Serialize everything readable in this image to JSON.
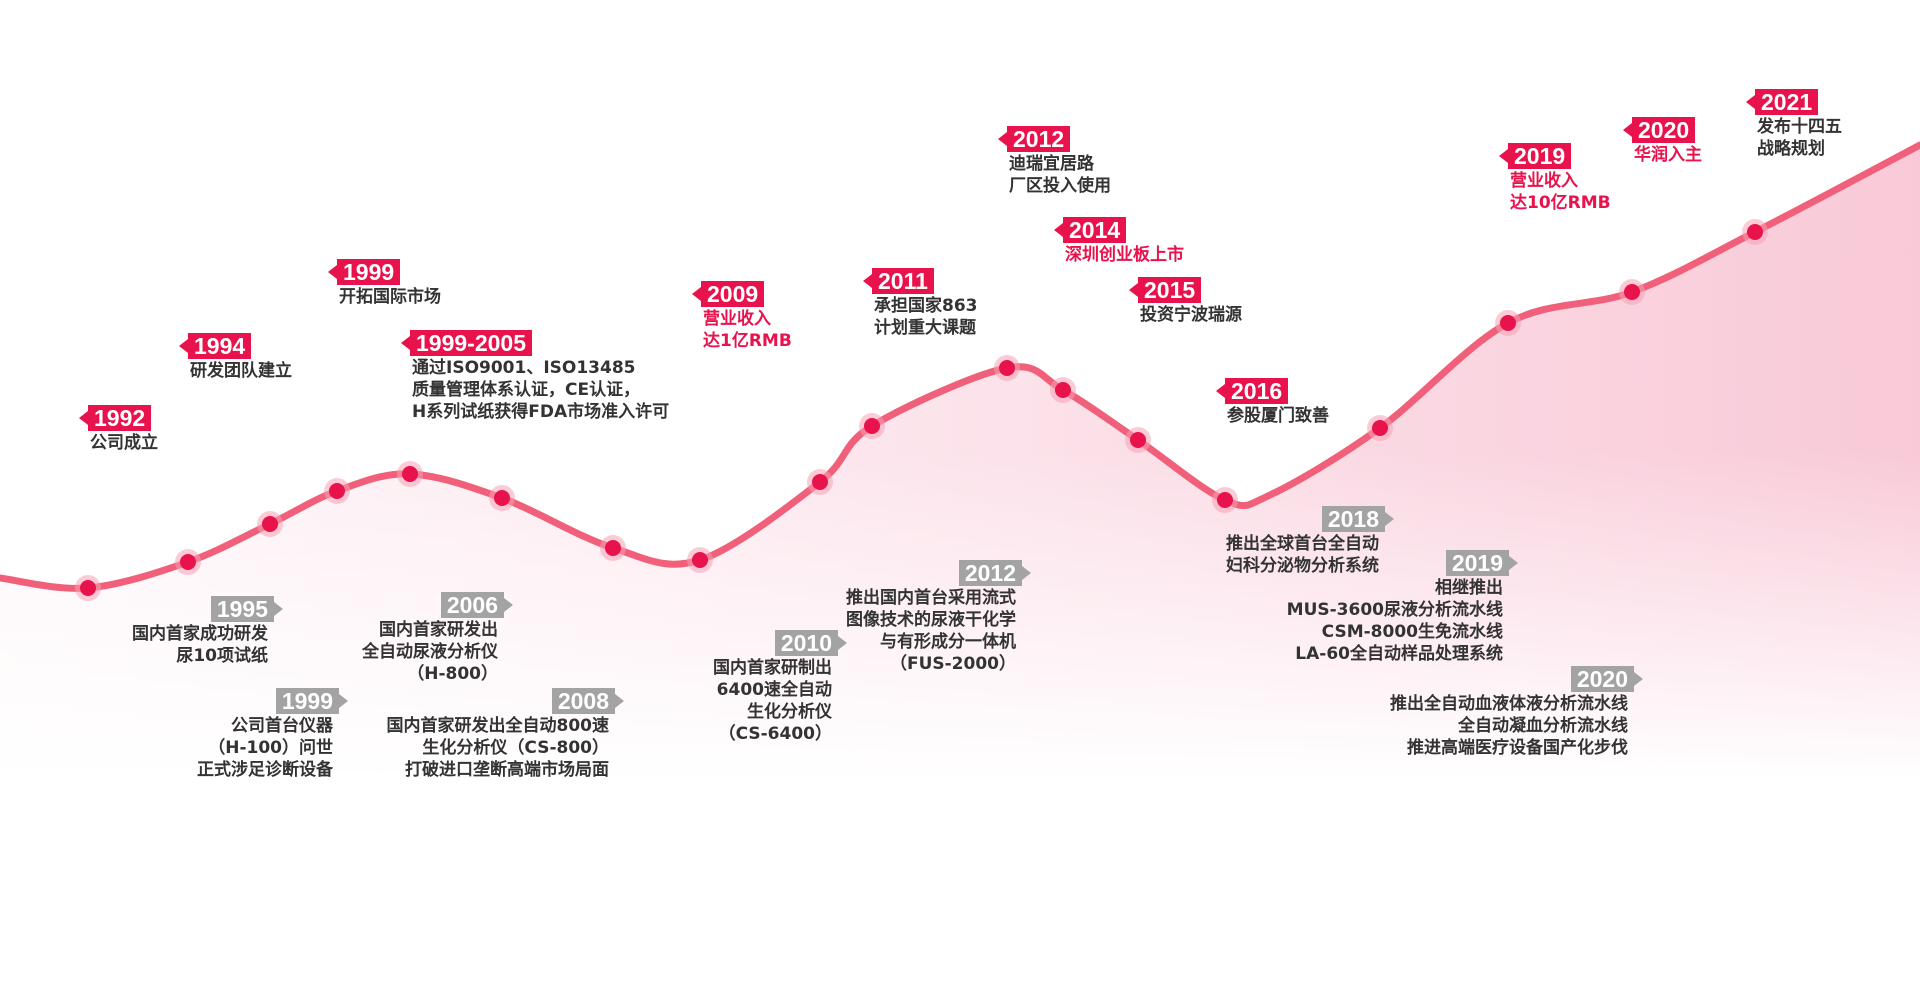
{
  "colors": {
    "accent": "#e8124c",
    "curve": "#f0607a",
    "gray_tag": "#a3a3a3",
    "text": "#333333",
    "highlight": "#e8124c"
  },
  "milestones_above": [
    {
      "year": "1992",
      "lines": [
        "公司成立"
      ],
      "highlight": false
    },
    {
      "year": "1994",
      "lines": [
        "研发团队建立"
      ],
      "highlight": false
    },
    {
      "year": "1999",
      "lines": [
        "开拓国际市场"
      ],
      "highlight": false
    },
    {
      "year": "1999-2005",
      "lines": [
        "通过ISO9001、ISO13485",
        "质量管理体系认证，CE认证，",
        "H系列试纸获得FDA市场准入许可"
      ],
      "highlight": false
    },
    {
      "year": "2009",
      "lines": [
        "营业收入",
        "达1亿RMB"
      ],
      "highlight": true
    },
    {
      "year": "2011",
      "lines": [
        "承担国家863",
        "计划重大课题"
      ],
      "highlight": false
    },
    {
      "year": "2012",
      "lines": [
        "迪瑞宜居路",
        "厂区投入使用"
      ],
      "highlight": false
    },
    {
      "year": "2014",
      "lines": [
        "深圳创业板上市"
      ],
      "highlight": true
    },
    {
      "year": "2015",
      "lines": [
        "投资宁波瑞源"
      ],
      "highlight": false
    },
    {
      "year": "2016",
      "lines": [
        "参股厦门致善"
      ],
      "highlight": false
    },
    {
      "year": "2019",
      "lines": [
        "营业收入",
        "达10亿RMB"
      ],
      "highlight": true
    },
    {
      "year": "2020",
      "lines": [
        "华润入主"
      ],
      "highlight": true
    },
    {
      "year": "2021",
      "lines": [
        "发布十四五",
        "战略规划"
      ],
      "highlight": false
    }
  ],
  "milestones_below": [
    {
      "year": "1995",
      "lines": [
        "国内首家成功研发",
        "尿10项试纸"
      ]
    },
    {
      "year": "1999",
      "lines": [
        "公司首台仪器",
        "（H-100）问世",
        "正式涉足诊断设备"
      ]
    },
    {
      "year": "2006",
      "lines": [
        "国内首家研发出",
        "全自动尿液分析仪",
        "（H-800）"
      ]
    },
    {
      "year": "2008",
      "lines": [
        "国内首家研发出全自动800速",
        "生化分析仪（CS-800）",
        "打破进口垄断高端市场局面"
      ]
    },
    {
      "year": "2010",
      "lines": [
        "国内首家研制出",
        "6400速全自动",
        "生化分析仪",
        "（CS-6400）"
      ]
    },
    {
      "year": "2012",
      "lines": [
        "推出国内首台采用流式",
        "图像技术的尿液干化学",
        "与有形成分一体机",
        "（FUS-2000）"
      ]
    },
    {
      "year": "2018",
      "lines": [
        "推出全球首台全自动",
        "妇科分泌物分析系统"
      ]
    },
    {
      "year": "2019",
      "lines": [
        "相继推出",
        "MUS-3600尿液分析流水线",
        "CSM-8000生免流水线",
        "LA-60全自动样品处理系统"
      ]
    },
    {
      "year": "2020",
      "lines": [
        "推出全自动血液体液分析流水线",
        "全自动凝血分析流水线",
        "推进高端医疗设备国产化步伐"
      ]
    }
  ]
}
